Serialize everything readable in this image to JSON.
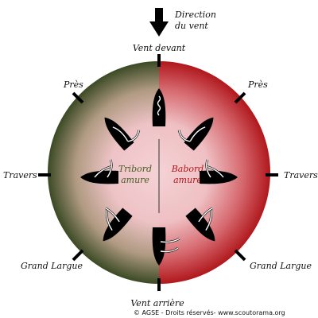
{
  "wind": {
    "direction_line1": "Direction",
    "direction_line2": "du vent"
  },
  "labels": {
    "top": "Vent devant",
    "bottom": "Vent arrière",
    "pres_left": "Près",
    "pres_right": "Près",
    "travers_left": "Travers",
    "travers_right": "Travers",
    "grand_largue_left": "Grand Largue",
    "grand_largue_right": "Grand Largue"
  },
  "sides": {
    "tribord_line1": "Tribord",
    "tribord_line2": "amure",
    "babord_line1": "Babord",
    "babord_line2": "amure"
  },
  "credit": "© AGSE - Droits réservés- www.scoutorama.org",
  "colors": {
    "tribord_edge": "#3b4a24",
    "babord_edge": "#b0181c",
    "center": "#f2c9cc",
    "tribord_text": "#4a5a26",
    "babord_text": "#b0181c",
    "boat": "#000000"
  },
  "icons": [
    "wind-arrow-icon",
    "sailboat-icon"
  ]
}
